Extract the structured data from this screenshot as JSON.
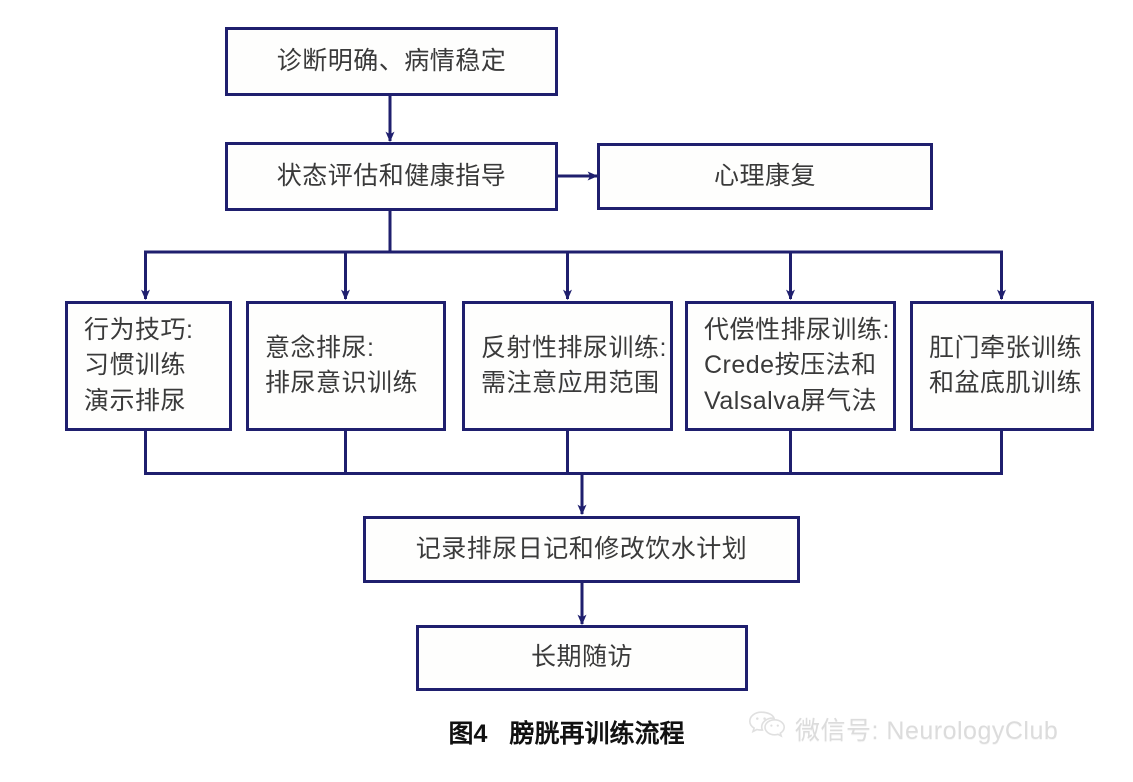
{
  "figure": {
    "type": "flowchart",
    "title": "膀胱再训练流程",
    "figure_label": "图4",
    "orientation": "top-down",
    "line_color": "#1f1f6e",
    "text_color": "#3a3a3a",
    "background": "#ffffff"
  },
  "nodes": {
    "start": {
      "id": "n1",
      "text": "诊断明确、病情稳定",
      "align": "center"
    },
    "assess": {
      "id": "n2",
      "text": "状态评估和健康指导",
      "align": "center"
    },
    "psych": {
      "id": "n3",
      "text": "心理康复",
      "align": "center"
    },
    "branch1": {
      "id": "n4",
      "text": "行为技巧:\n习惯训练\n演示排尿",
      "align": "left"
    },
    "branch2": {
      "id": "n5",
      "text": "意念排尿:\n排尿意识训练",
      "align": "left"
    },
    "branch3": {
      "id": "n6",
      "text": "反射性排尿训练:\n需注意应用范围",
      "align": "left"
    },
    "branch4": {
      "id": "n7",
      "text": "代偿性排尿训练:\nCrede按压法和\nValsalva屏气法",
      "align": "left"
    },
    "branch5": {
      "id": "n8",
      "text": "肛门牵张训练\n和盆底肌训练",
      "align": "left"
    },
    "record": {
      "id": "n9",
      "text": "记录排尿日记和修改饮水计划",
      "align": "center"
    },
    "followup": {
      "id": "n10",
      "text": "长期随访",
      "align": "center"
    }
  },
  "edges": [
    {
      "from": "start",
      "to": "assess",
      "style": "arrow-down"
    },
    {
      "from": "assess",
      "to": "psych",
      "style": "arrow-right"
    },
    {
      "from": "assess",
      "to": "branch1",
      "style": "arrow-down-split"
    },
    {
      "from": "assess",
      "to": "branch2",
      "style": "arrow-down-split"
    },
    {
      "from": "assess",
      "to": "branch3",
      "style": "arrow-down-split"
    },
    {
      "from": "assess",
      "to": "branch4",
      "style": "arrow-down-split"
    },
    {
      "from": "assess",
      "to": "branch5",
      "style": "arrow-down-split"
    },
    {
      "from": "branch1",
      "to": "record",
      "style": "merge-down"
    },
    {
      "from": "branch2",
      "to": "record",
      "style": "merge-down"
    },
    {
      "from": "branch3",
      "to": "record",
      "style": "merge-down"
    },
    {
      "from": "branch4",
      "to": "record",
      "style": "merge-down"
    },
    {
      "from": "branch5",
      "to": "record",
      "style": "merge-down"
    },
    {
      "from": "record",
      "to": "followup",
      "style": "arrow-down"
    }
  ],
  "caption": {
    "label": "图4",
    "title": "膀胱再训练流程"
  },
  "watermark": {
    "icon": "wechat-icon",
    "text": "微信号: NeurologyClub",
    "color": "#dcdcdc"
  }
}
